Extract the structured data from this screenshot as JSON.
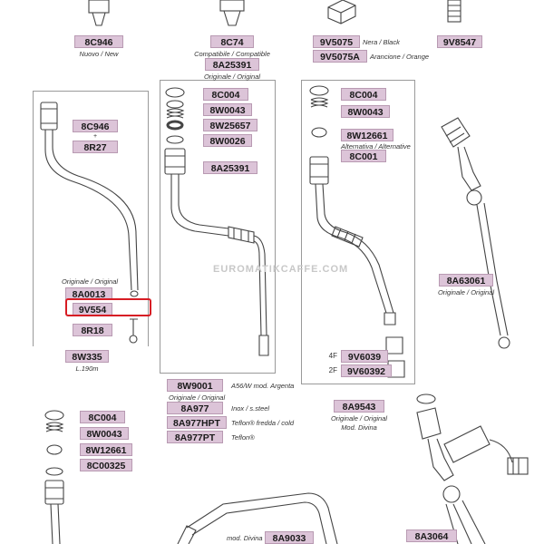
{
  "watermark": "EUROMATIKCAFFE.COM",
  "top": {
    "c1_code": "8C946",
    "c1_note": "Nuovo / New",
    "c2_code": "8C74",
    "c2_note": "Compatibile / Compatible",
    "c2_code2": "8A25391",
    "c2_note2": "Originale / Original",
    "c3_code": "9V5075",
    "c3_note": "Nera / Black",
    "c3_code2": "9V5075A",
    "c3_note2": "Arancione / Orange",
    "c4_code": "9V8547"
  },
  "left": {
    "c1": "8C946",
    "plus": "+",
    "c2": "8R27",
    "orig_note": "Originale / Original",
    "c3": "8A0013",
    "c4": "9V554",
    "c5": "8R18",
    "c6": "8W335",
    "len_note": "L.190m"
  },
  "middle": {
    "c1": "8C004",
    "c2": "8W0043",
    "c3": "8W25657",
    "c4": "8W0026",
    "c5": "8A25391",
    "l1": "8W9001",
    "l1_note": "A56/W mod. Argenta",
    "l1_note2": "Originale / Original",
    "l2": "8A977",
    "l2_note": "Inox / s.steel",
    "l3": "8A977HPT",
    "l3_note": "Teflon® fredda / cold",
    "l4": "8A977PT",
    "l4_note": "Teflon®"
  },
  "right": {
    "c1": "8C004",
    "c2": "8W0043",
    "c3": "8W12661",
    "c3_note": "Alternativa / Alternative",
    "c4": "8C001",
    "p1": "4F",
    "c5": "9V6039",
    "p2": "2F",
    "c6": "9V60392",
    "c7": "8A9543",
    "c7_note": "Originale / Original",
    "c7_note2": "Mod. Divina"
  },
  "far_right": {
    "c1": "8A63061",
    "c1_note": "Originale / Original",
    "c2": "8A3064"
  },
  "bottom_left": {
    "c1": "8C004",
    "c2": "8W0043",
    "c3": "8W12661",
    "c4": "8C00325"
  },
  "bottom_mid": {
    "note": "mod. Divina",
    "c1": "8A9033"
  }
}
